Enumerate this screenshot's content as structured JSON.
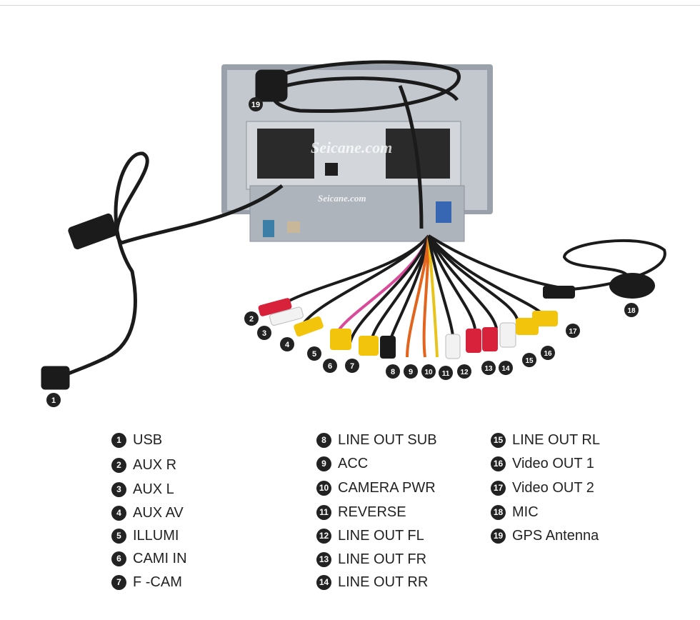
{
  "watermark": "Seicane.com",
  "legend": [
    {
      "num": "1",
      "label": "USB"
    },
    {
      "num": "2",
      "label": "AUX R"
    },
    {
      "num": "3",
      "label": "AUX L"
    },
    {
      "num": "4",
      "label": "AUX AV"
    },
    {
      "num": "5",
      "label": "ILLUMI"
    },
    {
      "num": "6",
      "label": "CAMI IN"
    },
    {
      "num": "7",
      "label": "F -CAM"
    },
    {
      "num": "8",
      "label": "LINE OUT SUB"
    },
    {
      "num": "9",
      "label": "ACC"
    },
    {
      "num": "10",
      "label": "CAMERA PWR"
    },
    {
      "num": "11",
      "label": "REVERSE"
    },
    {
      "num": "12",
      "label": "LINE OUT FL"
    },
    {
      "num": "13",
      "label": "LINE OUT FR"
    },
    {
      "num": "14",
      "label": "LINE OUT RR"
    },
    {
      "num": "15",
      "label": "LINE OUT RL"
    },
    {
      "num": "16",
      "label": "Video OUT 1"
    },
    {
      "num": "17",
      "label": "Video OUT 2"
    },
    {
      "num": "18",
      "label": "MIC"
    },
    {
      "num": "19",
      "label": "GPS Antenna"
    }
  ],
  "colors": {
    "badge": "#222222",
    "rca_red": "#d8213a",
    "rca_white": "#f2f2f2",
    "rca_yellow": "#f2c40c",
    "rca_black": "#1a1a1a",
    "cable": "#1b1b1b",
    "unit_body": "#b9bec6"
  }
}
